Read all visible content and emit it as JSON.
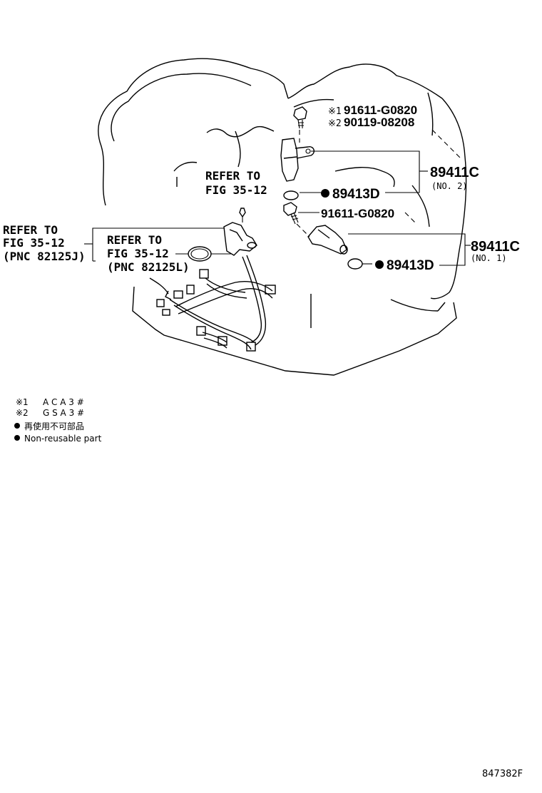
{
  "parts": {
    "bolt_note_1": "※1",
    "bolt_pn_1": "91611-G0820",
    "bolt_note_2": "※2",
    "bolt_pn_2": "90119-08208",
    "sensor_no2_pn": "89411C",
    "sensor_no2_sub": "(NO. 2)",
    "oring_no2_pn": "89413D",
    "bolt_pn_3": "91611-G0820",
    "sensor_no1_pn": "89411C",
    "sensor_no1_sub": "(NO. 1)",
    "oring_no1_pn": "89413D"
  },
  "refs": {
    "left": [
      "REFER TO",
      "FIG 35-12",
      "(PNC 82125J)"
    ],
    "middle": [
      "REFER TO",
      "FIG 35-12",
      "(PNC 82125L)"
    ],
    "top": [
      "REFER TO",
      "FIG 35-12"
    ]
  },
  "legend": {
    "note1_mark": "※1",
    "note1_text": "A C A 3 #",
    "note2_mark": "※2",
    "note2_text": "G S A 3 #",
    "bullet_jp": "再使用不可部品",
    "bullet_en": "Non-reusable part"
  },
  "figure_id": "847382F",
  "colors": {
    "ink": "#000000",
    "paper": "#ffffff"
  }
}
